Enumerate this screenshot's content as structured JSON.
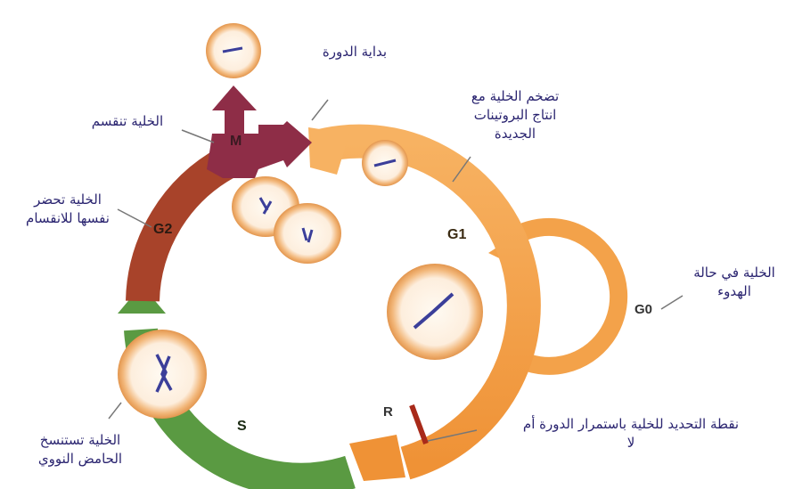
{
  "labels": {
    "start": "بداية الدورة",
    "divides": "الخلية تنقسم",
    "growth": [
      "تضخم الخلية مع",
      "انتاج البروتينات",
      "الجديدة"
    ],
    "prepare": [
      "الخلية تحضر",
      "نفسها للانقسام"
    ],
    "rest": [
      "الخلية في حالة",
      "الهدوء"
    ],
    "dna": [
      "الخلية تستنسخ",
      "الحامض النووي"
    ],
    "restriction": [
      "نقطة التحديد للخلية باستمرار الدورة أم",
      "لا"
    ]
  },
  "phases": {
    "m": "M",
    "g1": "G1",
    "g2": "G2",
    "s": "S",
    "g0": "G0",
    "r": "R"
  },
  "colors": {
    "g1_orange": "#f3a24a",
    "g1_dark": "#e8832a",
    "s_green": "#4f8a3a",
    "s_light": "#6fae4f",
    "g2_red": "#a8432a",
    "m_maroon": "#8e2d47",
    "restriction_line": "#a82a1a",
    "label_text": "#2a2470",
    "cell_membrane": "#e6a462",
    "chromosome": "#3b3f9a"
  }
}
